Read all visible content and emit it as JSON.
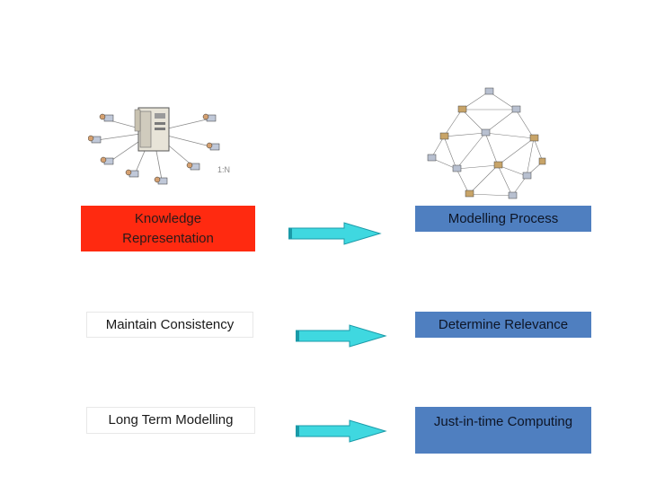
{
  "illustrations": {
    "left": {
      "icon": "client-server-icon",
      "caption": "1:N"
    },
    "right": {
      "icon": "peer-network-icon"
    }
  },
  "rows": [
    {
      "left_label": "Knowledge Representation",
      "right_label": "Modelling Process"
    },
    {
      "left_label": "Maintain Consistency",
      "right_label": "Determine Relevance"
    },
    {
      "left_label": "Long Term Modelling",
      "right_label": "Just-in-time Computing"
    }
  ],
  "colors": {
    "red_box": "#ff2a10",
    "blue_box": "#4f7fc0",
    "arrow_fill": "#3fd8e0",
    "arrow_dark": "#1a9aa8"
  }
}
